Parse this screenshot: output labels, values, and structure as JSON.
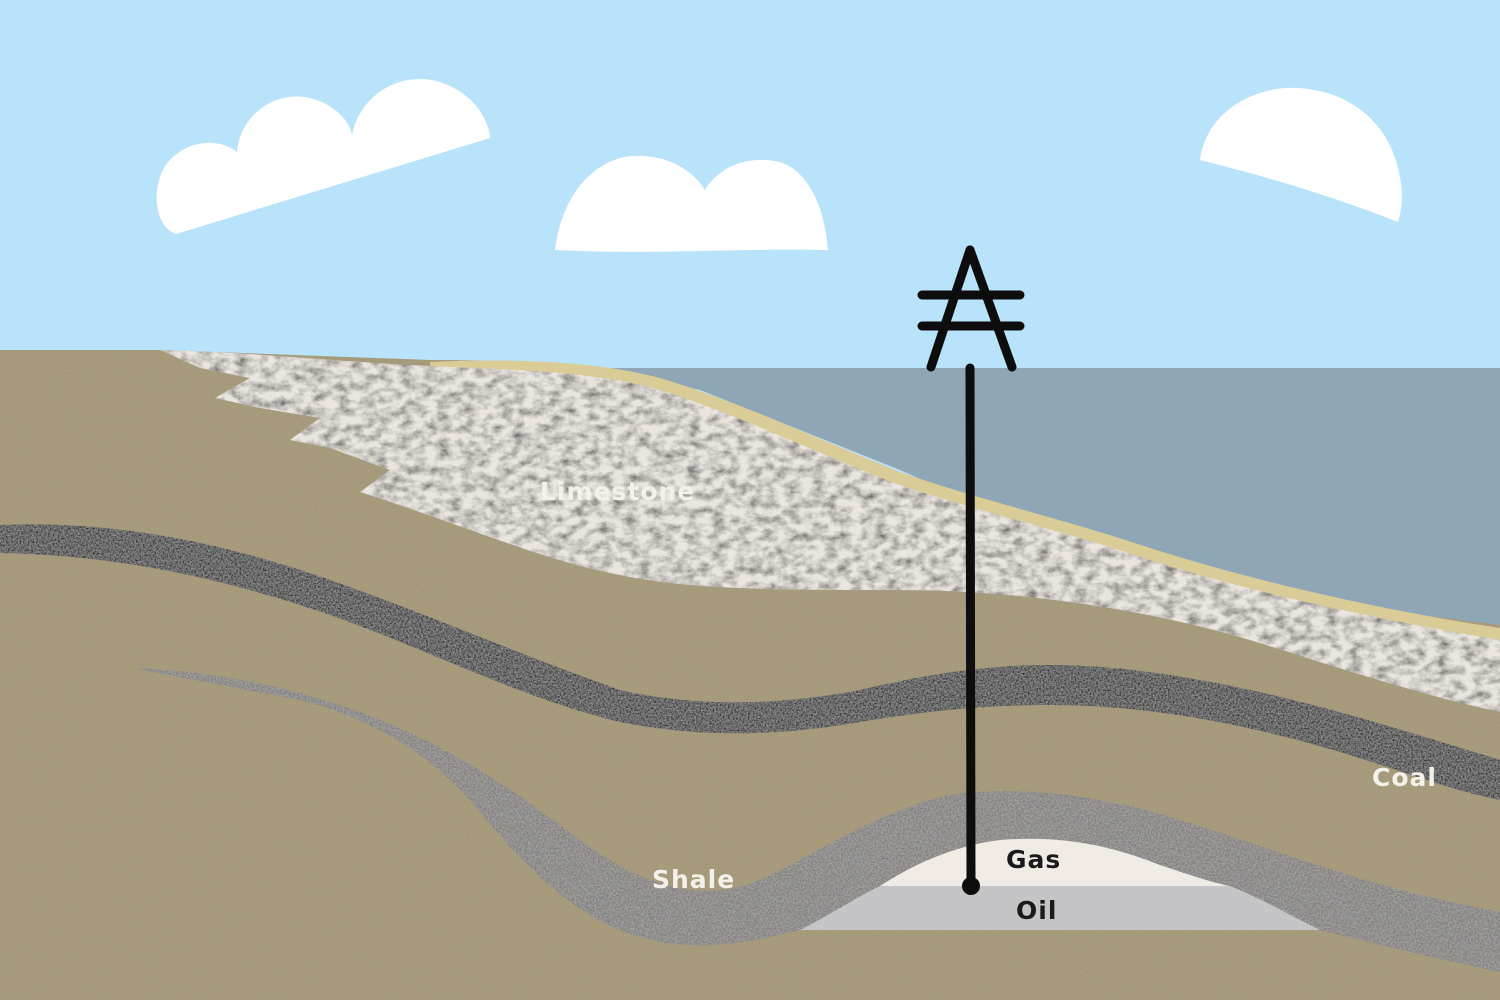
{
  "labels": {
    "limestone": "Limestone",
    "coal": "Coal",
    "shale": "Shale",
    "gas": "Gas",
    "oil": "Oil"
  },
  "colors": {
    "sky": "#b9e3fb",
    "cloud": "#ffffff",
    "ground": "#b1a585",
    "sand": "#d9cc96",
    "sea": "#8fa6b6",
    "limestone": "#eae5df",
    "coal": "#2a2a2a",
    "shale": "#7d7a78",
    "gas": "#f1ebe6",
    "oil": "#c5c4c6",
    "rig": "#0d0d0d"
  }
}
